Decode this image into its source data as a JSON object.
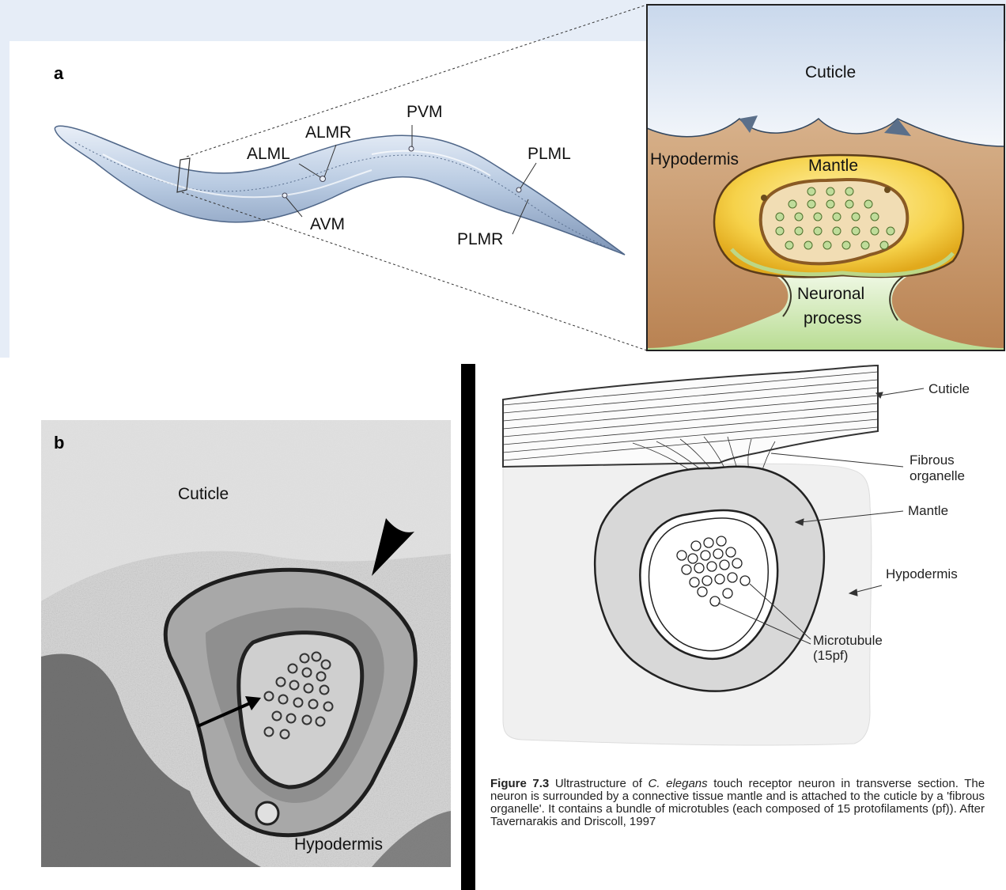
{
  "panel_a": {
    "letter": "a",
    "neuron_labels": {
      "alml": "ALML",
      "almr": "ALMR",
      "pvm": "PVM",
      "avm": "AVM",
      "plml": "PLML",
      "plmr": "PLMR"
    }
  },
  "inset": {
    "cuticle": "Cuticle",
    "hypodermis": "Hypodermis",
    "mantle": "Mantle",
    "neuronal_process_line1": "Neuronal",
    "neuronal_process_line2": "process"
  },
  "panel_b": {
    "letter": "b",
    "cuticle": "Cuticle",
    "hypodermis": "Hypodermis"
  },
  "panel_c": {
    "cuticle": "Cuticle",
    "fibrous_line1": "Fibrous",
    "fibrous_line2": "organelle",
    "mantle": "Mantle",
    "hypodermis": "Hypodermis",
    "microtubule_line1": "Microtubule",
    "microtubule_line2": "(15pf)"
  },
  "caption": {
    "figure_number": "Figure 7.3",
    "text_before_species": "Ultrastructure of",
    "species": "C. elegans",
    "text_after_species": "touch receptor neuron in transverse section. The neuron is surrounded by a connective tissue mantle and is attached to the cuticle by a 'fibrous organelle'. It contains a bundle of microtubles (each composed of 15 protofilaments (pf)). After Tavernarakis and Driscoll, 1997"
  },
  "colors": {
    "worm_body": "#a9bdd8",
    "inset_cuticle": "#dfe8f4",
    "inset_hypodermis": "#c9986a",
    "inset_mantle": "#f2c531",
    "inset_process": "#cfe6b8",
    "microtubule": "#bfdc9a"
  }
}
